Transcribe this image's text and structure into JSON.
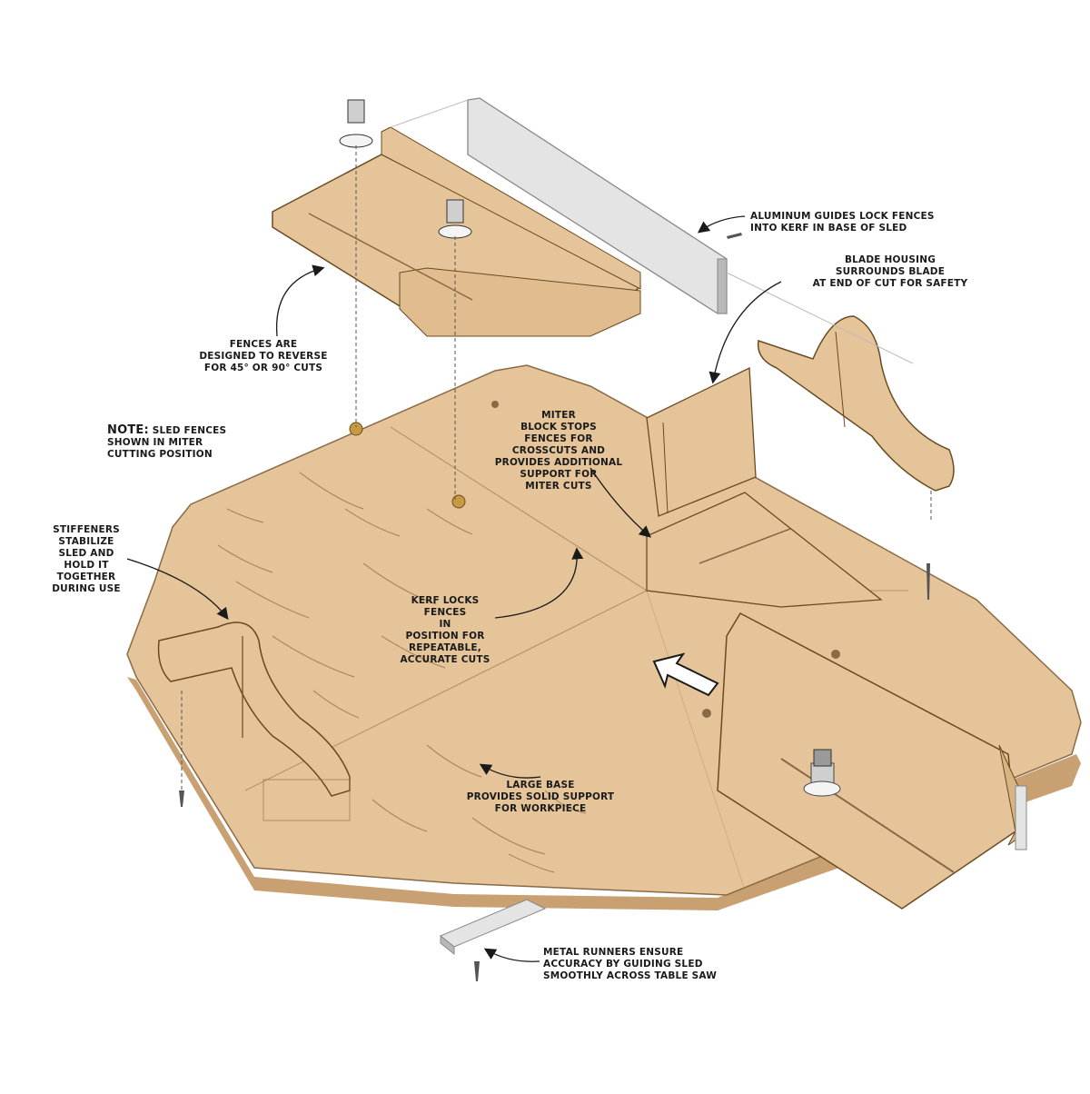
{
  "callouts": {
    "aluminum_guides": [
      "ALUMINUM GUIDES LOCK FENCES",
      "INTO KERF IN BASE OF SLED"
    ],
    "blade_housing": [
      "BLADE HOUSING",
      "SURROUNDS BLADE",
      "AT END OF CUT FOR SAFETY"
    ],
    "fences_reverse": [
      "FENCES ARE",
      "DESIGNED TO REVERSE",
      "FOR 45° OR 90° CUTS"
    ],
    "note": {
      "lead": "NOTE:",
      "lines": [
        "SLED FENCES",
        "SHOWN IN MITER",
        "CUTTING POSITION"
      ]
    },
    "miter_block": [
      "MITER",
      "BLOCK STOPS",
      "FENCES FOR",
      "CROSSCUTS AND",
      "PROVIDES ADDITIONAL",
      "SUPPORT FOR",
      "MITER CUTS"
    ],
    "stiffeners": [
      "STIFFENERS",
      "STABILIZE",
      "SLED AND",
      "HOLD IT",
      "TOGETHER",
      "DURING USE"
    ],
    "kerf_locks": [
      "KERF LOCKS",
      "FENCES",
      "IN",
      "POSITION FOR",
      "REPEATABLE,",
      "ACCURATE CUTS"
    ],
    "large_base": [
      "LARGE BASE",
      "PROVIDES SOLID SUPPORT",
      "FOR WORKPIECE"
    ],
    "metal_runners": [
      "METAL RUNNERS ENSURE",
      "ACCURACY BY GUIDING SLED",
      "SMOOTHLY ACROSS TABLE SAW"
    ]
  },
  "colors": {
    "wood": "#E6C49A",
    "wood_light": "#F0D9B8",
    "wood_dark": "#C9A072",
    "edge": "#8A6A45",
    "aluminum": "#E4E4E4",
    "aluminum_dark": "#B8B8B8",
    "ink": "#1a1a1a",
    "guide_line": "#9a9a9a"
  }
}
